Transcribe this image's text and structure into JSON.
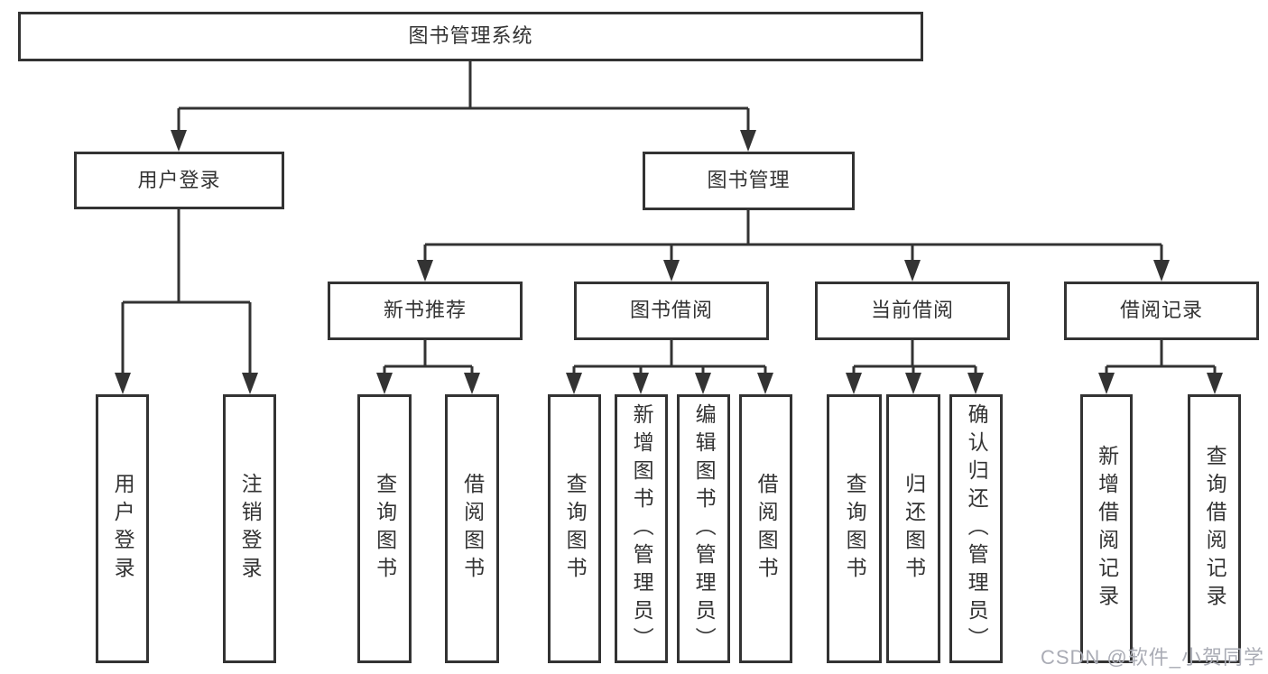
{
  "root": {
    "label": "图书管理系统",
    "children": [
      {
        "label": "用户登录",
        "children": [
          {
            "label": "用户登录"
          },
          {
            "label": "注销登录"
          }
        ]
      },
      {
        "label": "图书管理",
        "children": [
          {
            "label": "新书推荐",
            "children": [
              {
                "label": "查询图书"
              },
              {
                "label": "借阅图书"
              }
            ]
          },
          {
            "label": "图书借阅",
            "children": [
              {
                "label": "查询图书"
              },
              {
                "label": "新增图书（管理员）"
              },
              {
                "label": "编辑图书（管理员）"
              },
              {
                "label": "借阅图书"
              }
            ]
          },
          {
            "label": "当前借阅",
            "children": [
              {
                "label": "查询图书"
              },
              {
                "label": "归还图书"
              },
              {
                "label": "确认归还（管理员）"
              }
            ]
          },
          {
            "label": "借阅记录",
            "children": [
              {
                "label": "新增借阅记录"
              },
              {
                "label": "查询借阅记录"
              }
            ]
          }
        ]
      }
    ]
  },
  "watermark": "CSDN @软件_小贺同学",
  "colors": {
    "line": "#333333",
    "text": "#333333",
    "box_background": "#ffffff",
    "watermark": "#aaacb5",
    "background": "#ffffff"
  }
}
